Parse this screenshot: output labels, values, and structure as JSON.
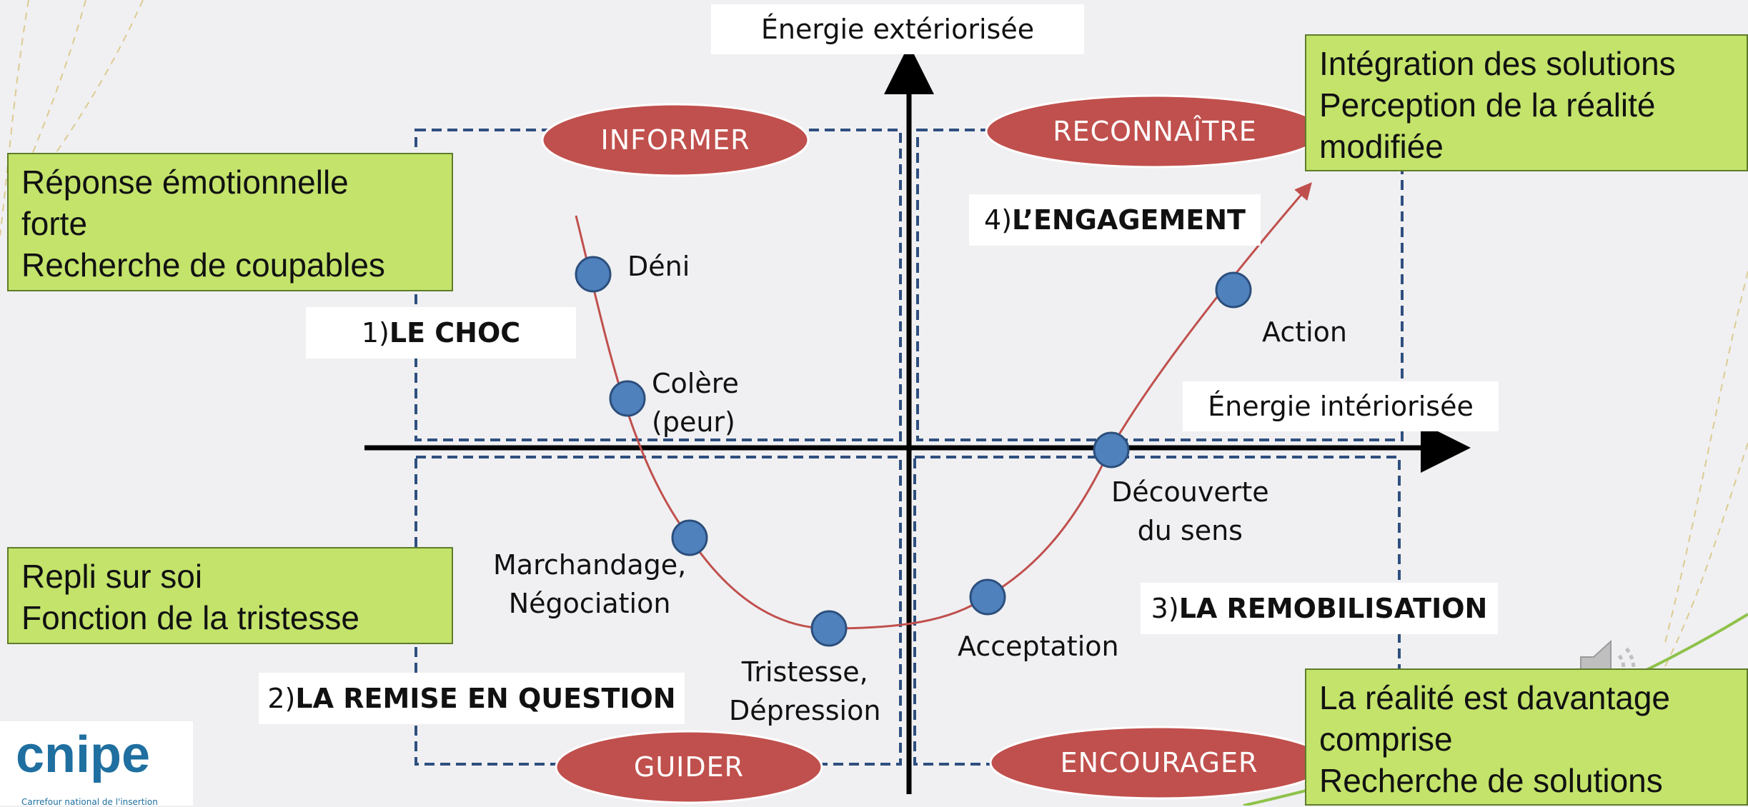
{
  "axes": {
    "vertical_label": "Énergie extériorisée",
    "horizontal_label": "Énergie intériorisée"
  },
  "actions": {
    "informer": "INFORMER",
    "reconnaitre": "RECONNAÎTRE",
    "guider": "GUIDER",
    "encourager": "ENCOURAGER"
  },
  "phases": {
    "choc_num": "1) ",
    "choc": "LE CHOC",
    "remise_num": "2) ",
    "remise": "LA REMISE EN QUESTION",
    "remob_num": "3) ",
    "remob": "LA REMOBILISATION",
    "engagement_num": "4) ",
    "engagement": "L’ENGAGEMENT"
  },
  "notes": {
    "top_left": [
      "Réponse émotionnelle",
      "forte",
      "Recherche de coupables"
    ],
    "bottom_left": [
      "Repli sur soi",
      "Fonction de la tristesse"
    ],
    "top_right": [
      "Intégration des solutions",
      "Perception de la réalité",
      "modifiée"
    ],
    "bottom_right": [
      "La réalité est davantage",
      "comprise",
      "Recherche de solutions"
    ]
  },
  "stages": {
    "deni": "Déni",
    "colere": [
      "Colère",
      "(peur)"
    ],
    "marchandage": [
      "Marchandage,",
      "Négociation"
    ],
    "tristesse": [
      "Tristesse,",
      "Dépression"
    ],
    "acceptation": "Acceptation",
    "decouverte": [
      "Découverte",
      "du sens"
    ],
    "action": "Action"
  },
  "logo": {
    "name": "cnipe",
    "subtitle": "Carrefour national de l'insertion"
  },
  "icons": {
    "speaker": "speaker-icon"
  },
  "colors": {
    "ellipse": "#c0504d",
    "note": "#c3e36b",
    "dot": "#4f81bd",
    "curve": "#c0504d",
    "dashed": "#2f4f7f"
  }
}
